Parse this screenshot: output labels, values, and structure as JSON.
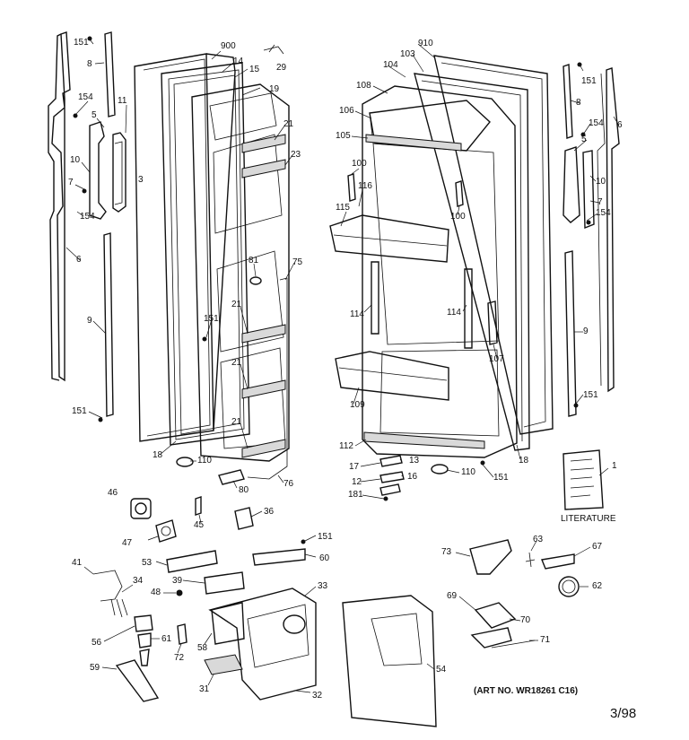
{
  "labels": {
    "l151a": "151",
    "l8a": "8",
    "l900": "900",
    "l14": "14",
    "l15": "15",
    "l29": "29",
    "l19": "19",
    "l11": "11",
    "l154a": "154",
    "l5a": "5",
    "l3": "3",
    "l21a": "21",
    "l23": "23",
    "l10a": "10",
    "l7a": "7",
    "l154b": "154",
    "l6a": "6",
    "l81": "81",
    "l75": "75",
    "l9a": "9",
    "l21b": "21",
    "l151b": "151",
    "l21c": "21",
    "l151c": "151",
    "l21d": "21",
    "l18a": "18",
    "l110a": "110",
    "l80": "80",
    "l76": "76",
    "l910": "910",
    "l103": "103",
    "l104": "104",
    "l108": "108",
    "l106": "106",
    "l105": "105",
    "l100a": "100",
    "l116": "116",
    "l115": "115",
    "l100b": "100",
    "l114a": "114",
    "l114b": "114",
    "l107": "107",
    "l109": "109",
    "l112": "112",
    "l18b": "18",
    "l13": "13",
    "l17": "17",
    "l16": "16",
    "l12": "12",
    "l181": "181",
    "l110b": "110",
    "l151d": "151",
    "l151e": "151",
    "l8b": "8",
    "l6b": "6",
    "l154c": "154",
    "l5b": "5",
    "l10b": "10",
    "l7b": "7",
    "l154d": "154",
    "l9b": "9",
    "l151f": "151",
    "l1": "1",
    "l46": "46",
    "l45": "45",
    "l36": "36",
    "l47": "47",
    "l151g": "151",
    "l53": "53",
    "l60": "60",
    "l41": "41",
    "l39": "39",
    "l34": "34",
    "l48": "48",
    "l33": "33",
    "l56": "56",
    "l61": "61",
    "l58": "58",
    "l72": "72",
    "l59": "59",
    "l31": "31",
    "l32": "32",
    "l54": "54",
    "l73": "73",
    "l63": "63",
    "l67": "67",
    "l62": "62",
    "l69": "69",
    "l70": "70",
    "l71": "71"
  },
  "literature_label": "LITERATURE",
  "art_number": "(ART NO. WR18261 C16)",
  "date_code": "3/98"
}
